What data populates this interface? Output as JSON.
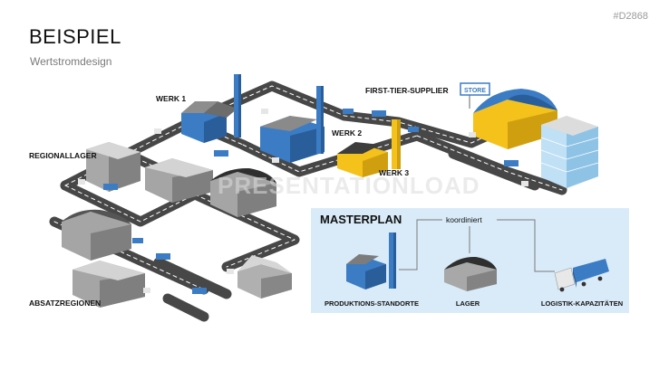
{
  "header": {
    "title": "BEISPIEL",
    "subtitle": "Wertstromdesign",
    "slide_code": "#D2868"
  },
  "map_labels": {
    "werk1": "WERK 1",
    "werk2": "WERK 2",
    "werk3": "WERK 3",
    "supplier": "FIRST-TIER-SUPPLIER",
    "store_sign": "STORE",
    "regionallager": "REGIONALLAGER",
    "absatzregionen": "ABSATZREGIONEN"
  },
  "watermark": "PRESENTATIONLOAD",
  "masterplan": {
    "title": "MASTERPLAN",
    "connector_label": "koordiniert",
    "items": [
      {
        "label": "PRODUKTIONS-STANDORTE",
        "icon": "factory-icon"
      },
      {
        "label": "LAGER",
        "icon": "warehouse-icon"
      },
      {
        "label": "LOGISTIK-KAPAZITÄTEN",
        "icon": "truck-icon"
      }
    ]
  },
  "colors": {
    "road": "#474747",
    "blue": "#3b7cc4",
    "yellow": "#f4c21b",
    "panel": "#d9ebf8",
    "gray": "#9a9a9a"
  }
}
